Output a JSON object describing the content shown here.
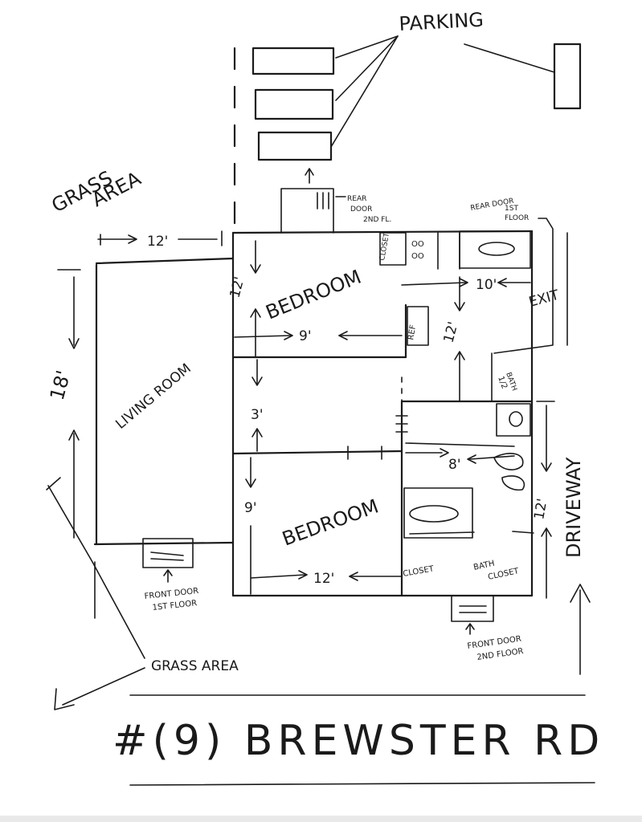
{
  "labels": {
    "parking": "PARKING",
    "grass_area_top_1": "GRASS",
    "grass_area_top_2": "AREA",
    "grass_area_bottom": "GRASS AREA",
    "living_room": "LIVING ROOM",
    "bedroom_top": "BEDROOM",
    "bedroom_bottom": "BEDROOM",
    "closet_top": "CLOSET",
    "ref": "REF",
    "exit": "EXIT",
    "half_bath_1": "1/2",
    "half_bath_2": "BATH",
    "closet_bottom": "CLOSET",
    "bath_closet_1": "BATH",
    "bath_closet_2": "CLOSET",
    "driveway": "DRIVEWAY",
    "rear_door_2nd_1": "REAR",
    "rear_door_2nd_2": "DOOR",
    "rear_door_2nd_3": "2ND FL.",
    "rear_door_1st_1": "REAR DOOR",
    "rear_door_1st_2": "1ST",
    "rear_door_1st_3": "FLOOR",
    "front_door_1st_1": "FRONT DOOR",
    "front_door_1st_2": "1ST FLOOR",
    "front_door_2nd_1": "FRONT DOOR",
    "front_door_2nd_2": "2ND FLOOR",
    "stove": "OO\nOO",
    "address": "#(9) BREWSTER RD"
  },
  "dimensions": {
    "living_width": "12'",
    "living_length": "18'",
    "bedroom_top_length": "12'",
    "bedroom_top_width": "9'",
    "kitchen_width": "10'",
    "kitchen_length": "12'",
    "hall": "3'",
    "bedroom_bottom_length": "9'",
    "bedroom_bottom_width": "12'",
    "bath_width": "8'",
    "bath_length": "12'"
  }
}
